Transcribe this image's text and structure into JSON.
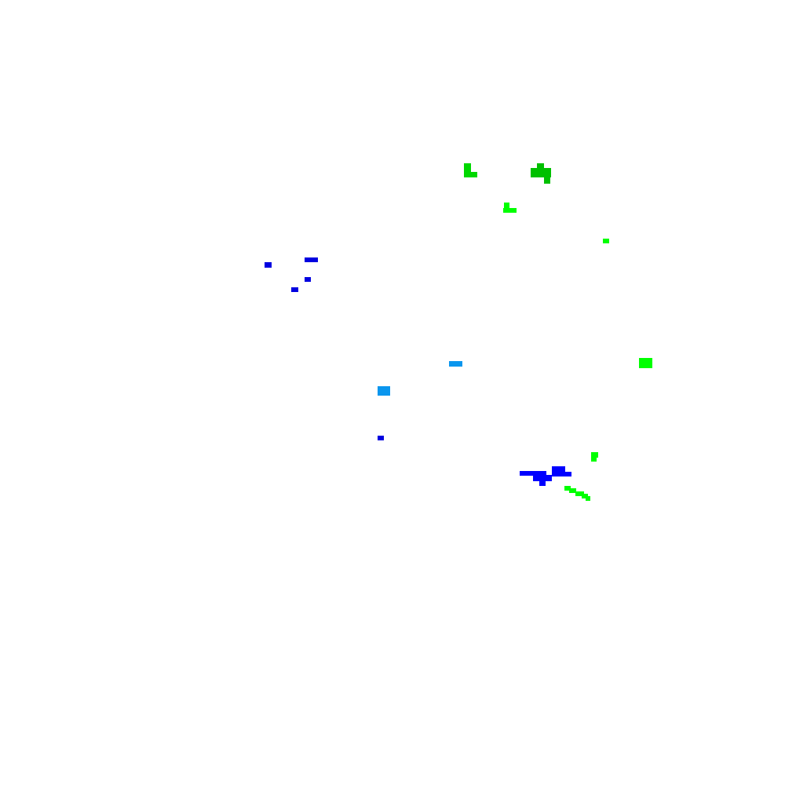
{
  "canvas": {
    "background": "#ffffff"
  },
  "palette": {
    "dark_blue": "#0000e0",
    "bright_blue": "#0000ff",
    "sky_blue": "#0a96ee",
    "bright_green": "#00ff00",
    "medium_green": "#00d800",
    "dark_green": "#00c000"
  },
  "clusters": [
    {
      "name": "green-cluster-top-left",
      "color_key": "medium_green"
    },
    {
      "name": "green-cluster-top-right",
      "color_key": "dark_green"
    },
    {
      "name": "green-cluster-small-hook",
      "color_key": "bright_green"
    },
    {
      "name": "green-dot-right",
      "color_key": "bright_green"
    },
    {
      "name": "blue-dots-left",
      "color_key": "dark_blue"
    },
    {
      "name": "sky-blue-marks",
      "color_key": "sky_blue"
    },
    {
      "name": "green-block-right",
      "color_key": "bright_green"
    },
    {
      "name": "blue-dot-center",
      "color_key": "dark_blue"
    },
    {
      "name": "green-mark-lower",
      "color_key": "bright_green"
    },
    {
      "name": "blue-cluster-bottom",
      "color_key": "bright_blue"
    },
    {
      "name": "green-curve-bottom",
      "color_key": "bright_green"
    }
  ]
}
